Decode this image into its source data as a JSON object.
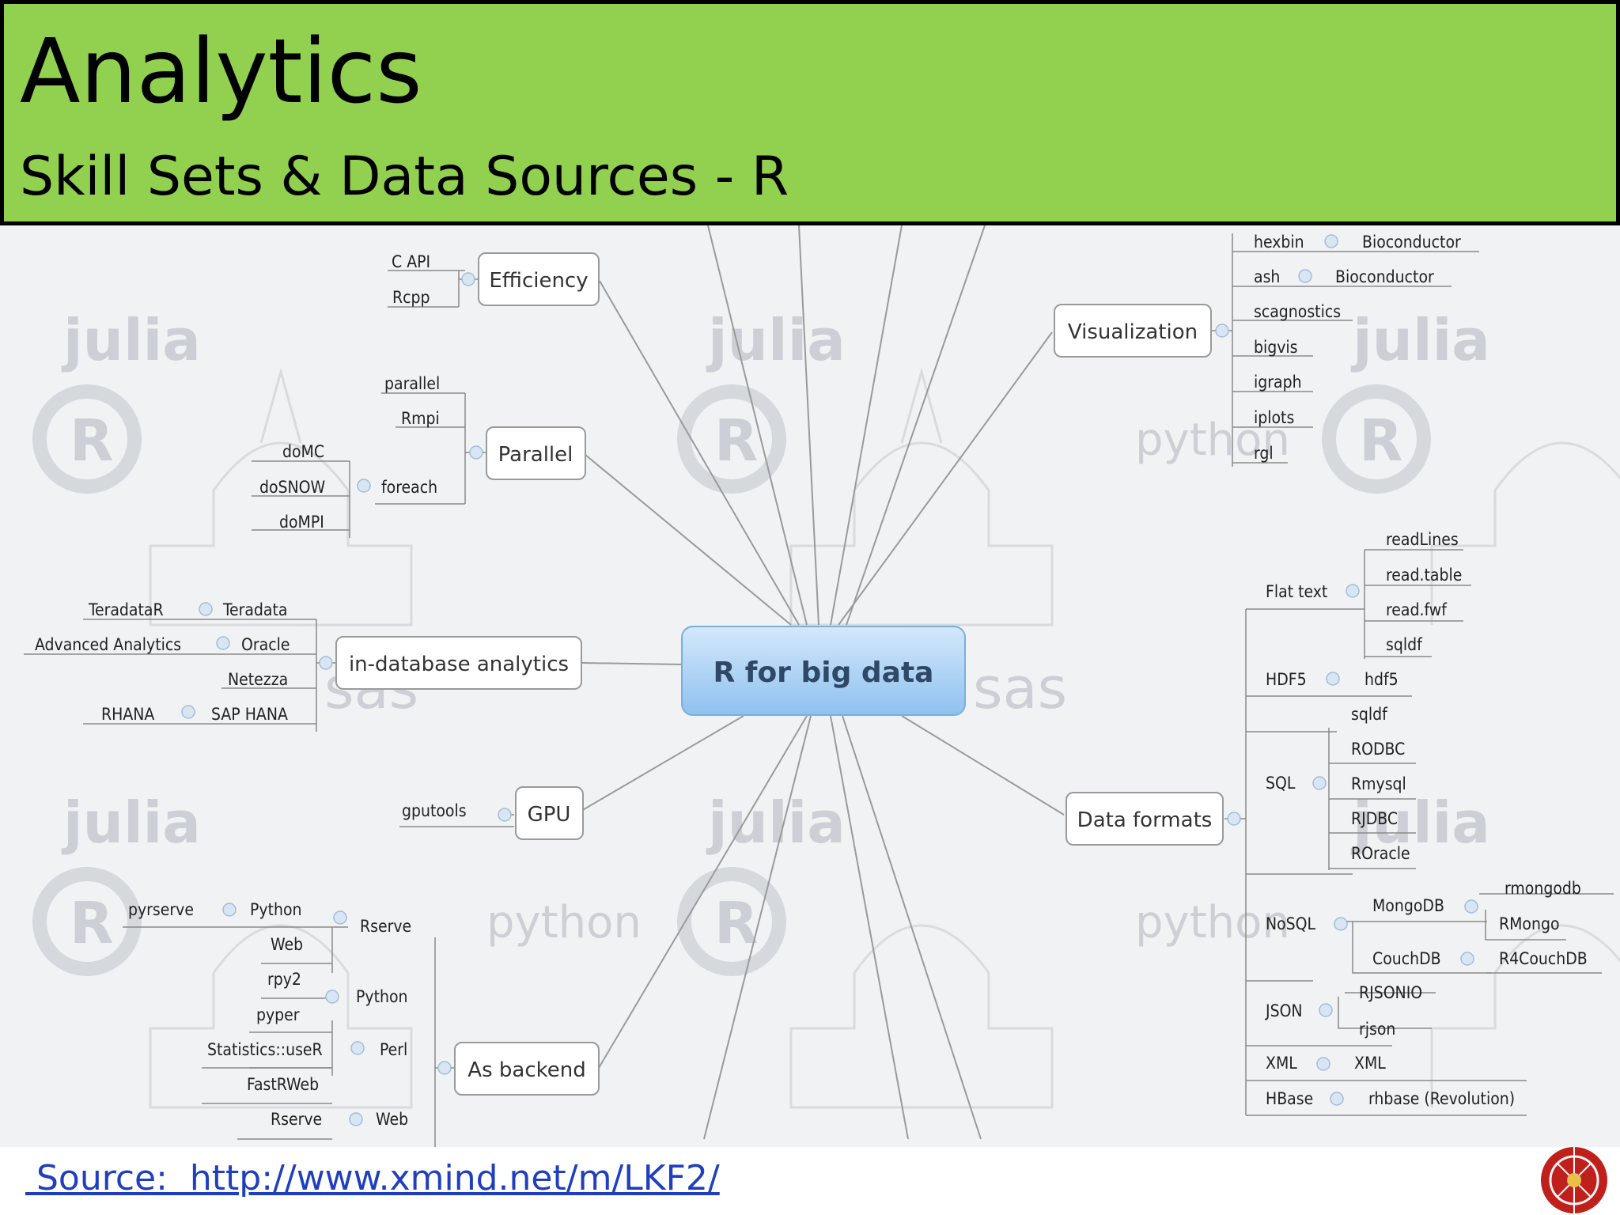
{
  "header": {
    "title": "Analytics",
    "subtitle": "Skill Sets & Data Sources - R"
  },
  "mindmap": {
    "center": "R for big data",
    "branches": {
      "efficiency": "Efficiency",
      "parallel": "Parallel",
      "indb": "in-database analytics",
      "gpu": "GPU",
      "backend": "As backend",
      "visualization": "Visualization",
      "dataformats": "Data formats"
    },
    "leaves": {
      "c_api": "C API",
      "rcpp": "Rcpp",
      "parallel_pkg": "parallel",
      "rmpi": "Rmpi",
      "domc": "doMC",
      "dosnow": "doSNOW",
      "dompi": "doMPI",
      "foreach": "foreach",
      "teradatar": "TeradataR",
      "teradata": "Teradata",
      "adv_analytics": "Advanced Analytics",
      "oracle": "Oracle",
      "netezza": "Netezza",
      "rhana": "RHANA",
      "sap_hana": "SAP HANA",
      "gputools": "gputools",
      "pyrserve": "pyrserve",
      "python1": "Python",
      "rserve1": "Rserve",
      "web1": "Web",
      "rpy2": "rpy2",
      "pyper": "pyper",
      "python2": "Python",
      "statistics_user": "Statistics::useR",
      "perl": "Perl",
      "fastrweb": "FastRWeb",
      "rserve2": "Rserve",
      "web2": "Web",
      "hexbin": "hexbin",
      "bioconductor1": "Bioconductor",
      "ash": "ash",
      "bioconductor2": "Bioconductor",
      "scagnostics": "scagnostics",
      "bigvis": "bigvis",
      "igraph": "igraph",
      "iplots": "iplots",
      "rgl": "rgl",
      "readlines": "readLines",
      "readtable": "read.table",
      "readfwf": "read.fwf",
      "sqldf1": "sqldf",
      "flattext": "Flat text",
      "hdf5": "HDF5",
      "hdf5pkg": "hdf5",
      "sqldf2": "sqldf",
      "rodbc": "RODBC",
      "rmysql": "Rmysql",
      "rjdbc": "RJDBC",
      "roracle": "ROracle",
      "sql": "SQL",
      "rmongodb": "rmongodb",
      "mongodb": "MongoDB",
      "rmongo": "RMongo",
      "nosql": "NoSQL",
      "couchdb": "CouchDB",
      "r4couchdb": "R4CouchDB",
      "rjsonio": "RJSONIO",
      "json": "JSON",
      "rjson": "rjson",
      "xml1": "XML",
      "xml2": "XML",
      "hbase": "HBase",
      "rhbase": "rhbase (Revolution)"
    },
    "watermarks": {
      "julia": "julia",
      "python": "python",
      "sas": "sas",
      "r": "R"
    }
  },
  "footer": {
    "source": " Source:  http://www.xmind.net/m/LKF2/"
  },
  "colors": {
    "header_bg": "#92d050",
    "center_node": "#a9d0f2",
    "link": "#1f3fbf",
    "connector": "#9a9a9a"
  }
}
